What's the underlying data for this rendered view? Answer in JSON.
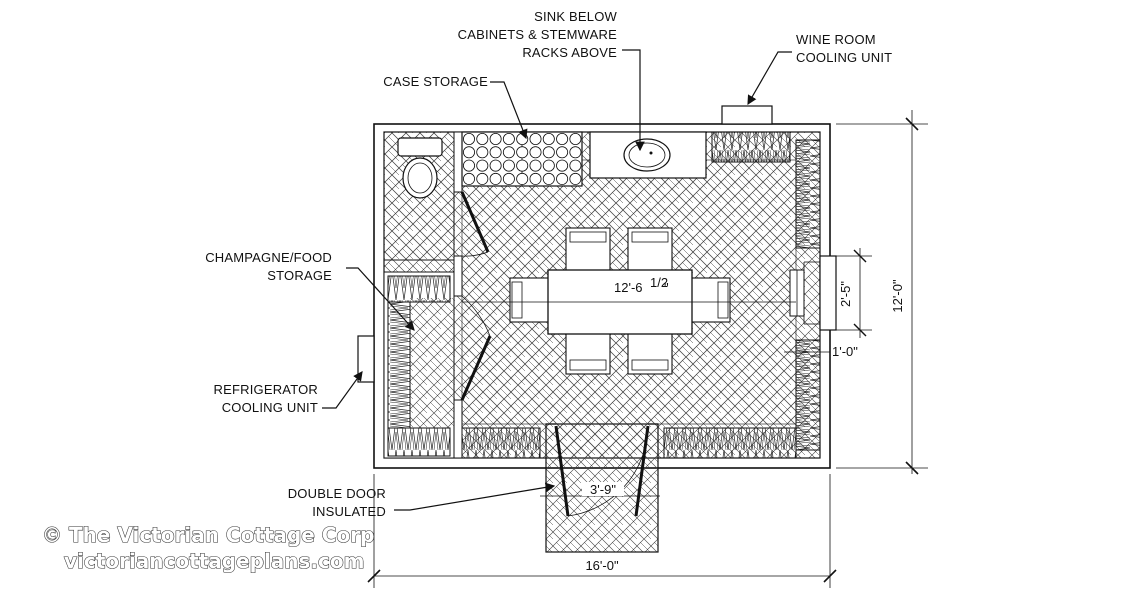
{
  "labels": {
    "sink_line1": "SINK BELOW",
    "sink_line2": "CABINETS & STEMWARE",
    "sink_line3": "RACKS ABOVE",
    "wine_line1": "WINE ROOM",
    "wine_line2": "COOLING UNIT",
    "case_storage": "CASE STORAGE",
    "champ_line1": "CHAMPAGNE/FOOD",
    "champ_line2": "STORAGE",
    "fridge_line1": "REFRIGERATOR",
    "fridge_line2": "COOLING UNIT",
    "door_line1": "DOUBLE DOOR",
    "door_line2": "INSULATED"
  },
  "dimensions": {
    "table_length": "12'-6",
    "table_length_frac": "1/2",
    "table_length_end": "\"",
    "window_width": "2'-5\"",
    "wall_gap": "1'-0\"",
    "room_depth": "12'-0\"",
    "door_width": "3'-9\"",
    "room_width": "16'-0\""
  },
  "watermark": {
    "line1": "© The Victorian Cottage Corp",
    "line2": "victoriancottageplans.com"
  }
}
